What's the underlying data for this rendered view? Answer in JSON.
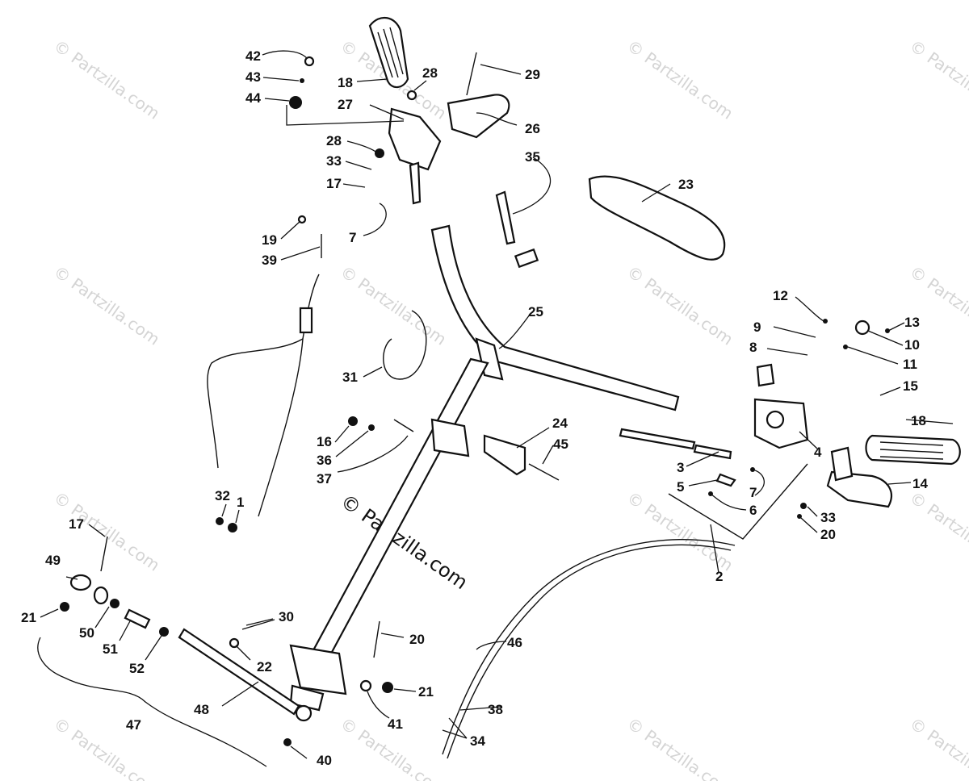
{
  "watermark": {
    "corner_text": "© Partzilla.com",
    "center_text": "© Partzilla.com"
  },
  "callouts": [
    {
      "id": "c42",
      "text": "42"
    },
    {
      "id": "c43",
      "text": "43"
    },
    {
      "id": "c44",
      "text": "44"
    },
    {
      "id": "c18a",
      "text": "18"
    },
    {
      "id": "c28a",
      "text": "28"
    },
    {
      "id": "c29",
      "text": "29"
    },
    {
      "id": "c27",
      "text": "27"
    },
    {
      "id": "c26",
      "text": "26"
    },
    {
      "id": "c28b",
      "text": "28"
    },
    {
      "id": "c35",
      "text": "35"
    },
    {
      "id": "c33a",
      "text": "33"
    },
    {
      "id": "c17a",
      "text": "17"
    },
    {
      "id": "c23",
      "text": "23"
    },
    {
      "id": "c7a",
      "text": "7"
    },
    {
      "id": "c19",
      "text": "19"
    },
    {
      "id": "c39",
      "text": "39"
    },
    {
      "id": "c12",
      "text": "12"
    },
    {
      "id": "c13",
      "text": "13"
    },
    {
      "id": "c25",
      "text": "25"
    },
    {
      "id": "c9",
      "text": "9"
    },
    {
      "id": "c10",
      "text": "10"
    },
    {
      "id": "c8",
      "text": "8"
    },
    {
      "id": "c11",
      "text": "11"
    },
    {
      "id": "c31",
      "text": "31"
    },
    {
      "id": "c15",
      "text": "15"
    },
    {
      "id": "c18b",
      "text": "18"
    },
    {
      "id": "c24",
      "text": "24"
    },
    {
      "id": "c16",
      "text": "16"
    },
    {
      "id": "c45",
      "text": "45"
    },
    {
      "id": "c36",
      "text": "36"
    },
    {
      "id": "c4",
      "text": "4"
    },
    {
      "id": "c37",
      "text": "37"
    },
    {
      "id": "c3",
      "text": "3"
    },
    {
      "id": "c14",
      "text": "14"
    },
    {
      "id": "c5",
      "text": "5"
    },
    {
      "id": "c7b",
      "text": "7"
    },
    {
      "id": "c6",
      "text": "6"
    },
    {
      "id": "c32",
      "text": "32"
    },
    {
      "id": "c1",
      "text": "1"
    },
    {
      "id": "c33b",
      "text": "33"
    },
    {
      "id": "c17b",
      "text": "17"
    },
    {
      "id": "c20a",
      "text": "20"
    },
    {
      "id": "c2",
      "text": "2"
    },
    {
      "id": "c49",
      "text": "49"
    },
    {
      "id": "c21a",
      "text": "21"
    },
    {
      "id": "c50",
      "text": "50"
    },
    {
      "id": "c46",
      "text": "46"
    },
    {
      "id": "c51",
      "text": "51"
    },
    {
      "id": "c52",
      "text": "52"
    },
    {
      "id": "c30",
      "text": "30"
    },
    {
      "id": "c20b",
      "text": "20"
    },
    {
      "id": "c22",
      "text": "22"
    },
    {
      "id": "c21b",
      "text": "21"
    },
    {
      "id": "c48",
      "text": "48"
    },
    {
      "id": "c47",
      "text": "47"
    },
    {
      "id": "c41",
      "text": "41"
    },
    {
      "id": "c38",
      "text": "38"
    },
    {
      "id": "c34",
      "text": "34"
    },
    {
      "id": "c40",
      "text": "40"
    }
  ]
}
